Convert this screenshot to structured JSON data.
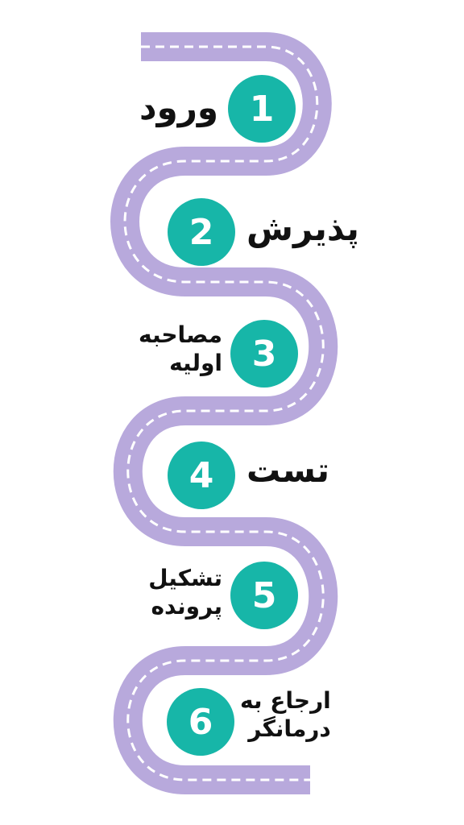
{
  "colors": {
    "road": "#b8a9dc",
    "dash": "#ffffff",
    "badge": "#17b6a8",
    "badge_text": "#ffffff",
    "label": "#111111"
  },
  "steps": [
    {
      "number": "1",
      "label_lines": [
        "ورود"
      ]
    },
    {
      "number": "2",
      "label_lines": [
        "پذیرش"
      ]
    },
    {
      "number": "3",
      "label_lines": [
        "مصاحبه",
        "اولیه"
      ]
    },
    {
      "number": "4",
      "label_lines": [
        "تست"
      ]
    },
    {
      "number": "5",
      "label_lines": [
        "تشکیل",
        "پرونده"
      ]
    },
    {
      "number": "6",
      "label_lines": [
        "ارجاع به",
        "درمانگر"
      ]
    }
  ]
}
